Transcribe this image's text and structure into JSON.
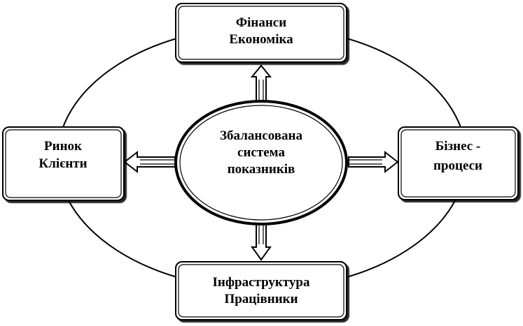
{
  "center": {
    "line1": "Збалансована",
    "line2": "система",
    "line3": "показників"
  },
  "top": {
    "line1": "Фінанси",
    "line2": "Економіка"
  },
  "left": {
    "line1": "Ринок",
    "line2": "Клієнти"
  },
  "right": {
    "line1": "Бізнес -",
    "line2": "процеси"
  },
  "bottom": {
    "line1": "Інфраструктура",
    "line2": "Працівники"
  },
  "colors": {
    "stroke": "#000000",
    "fill": "#ffffff"
  }
}
